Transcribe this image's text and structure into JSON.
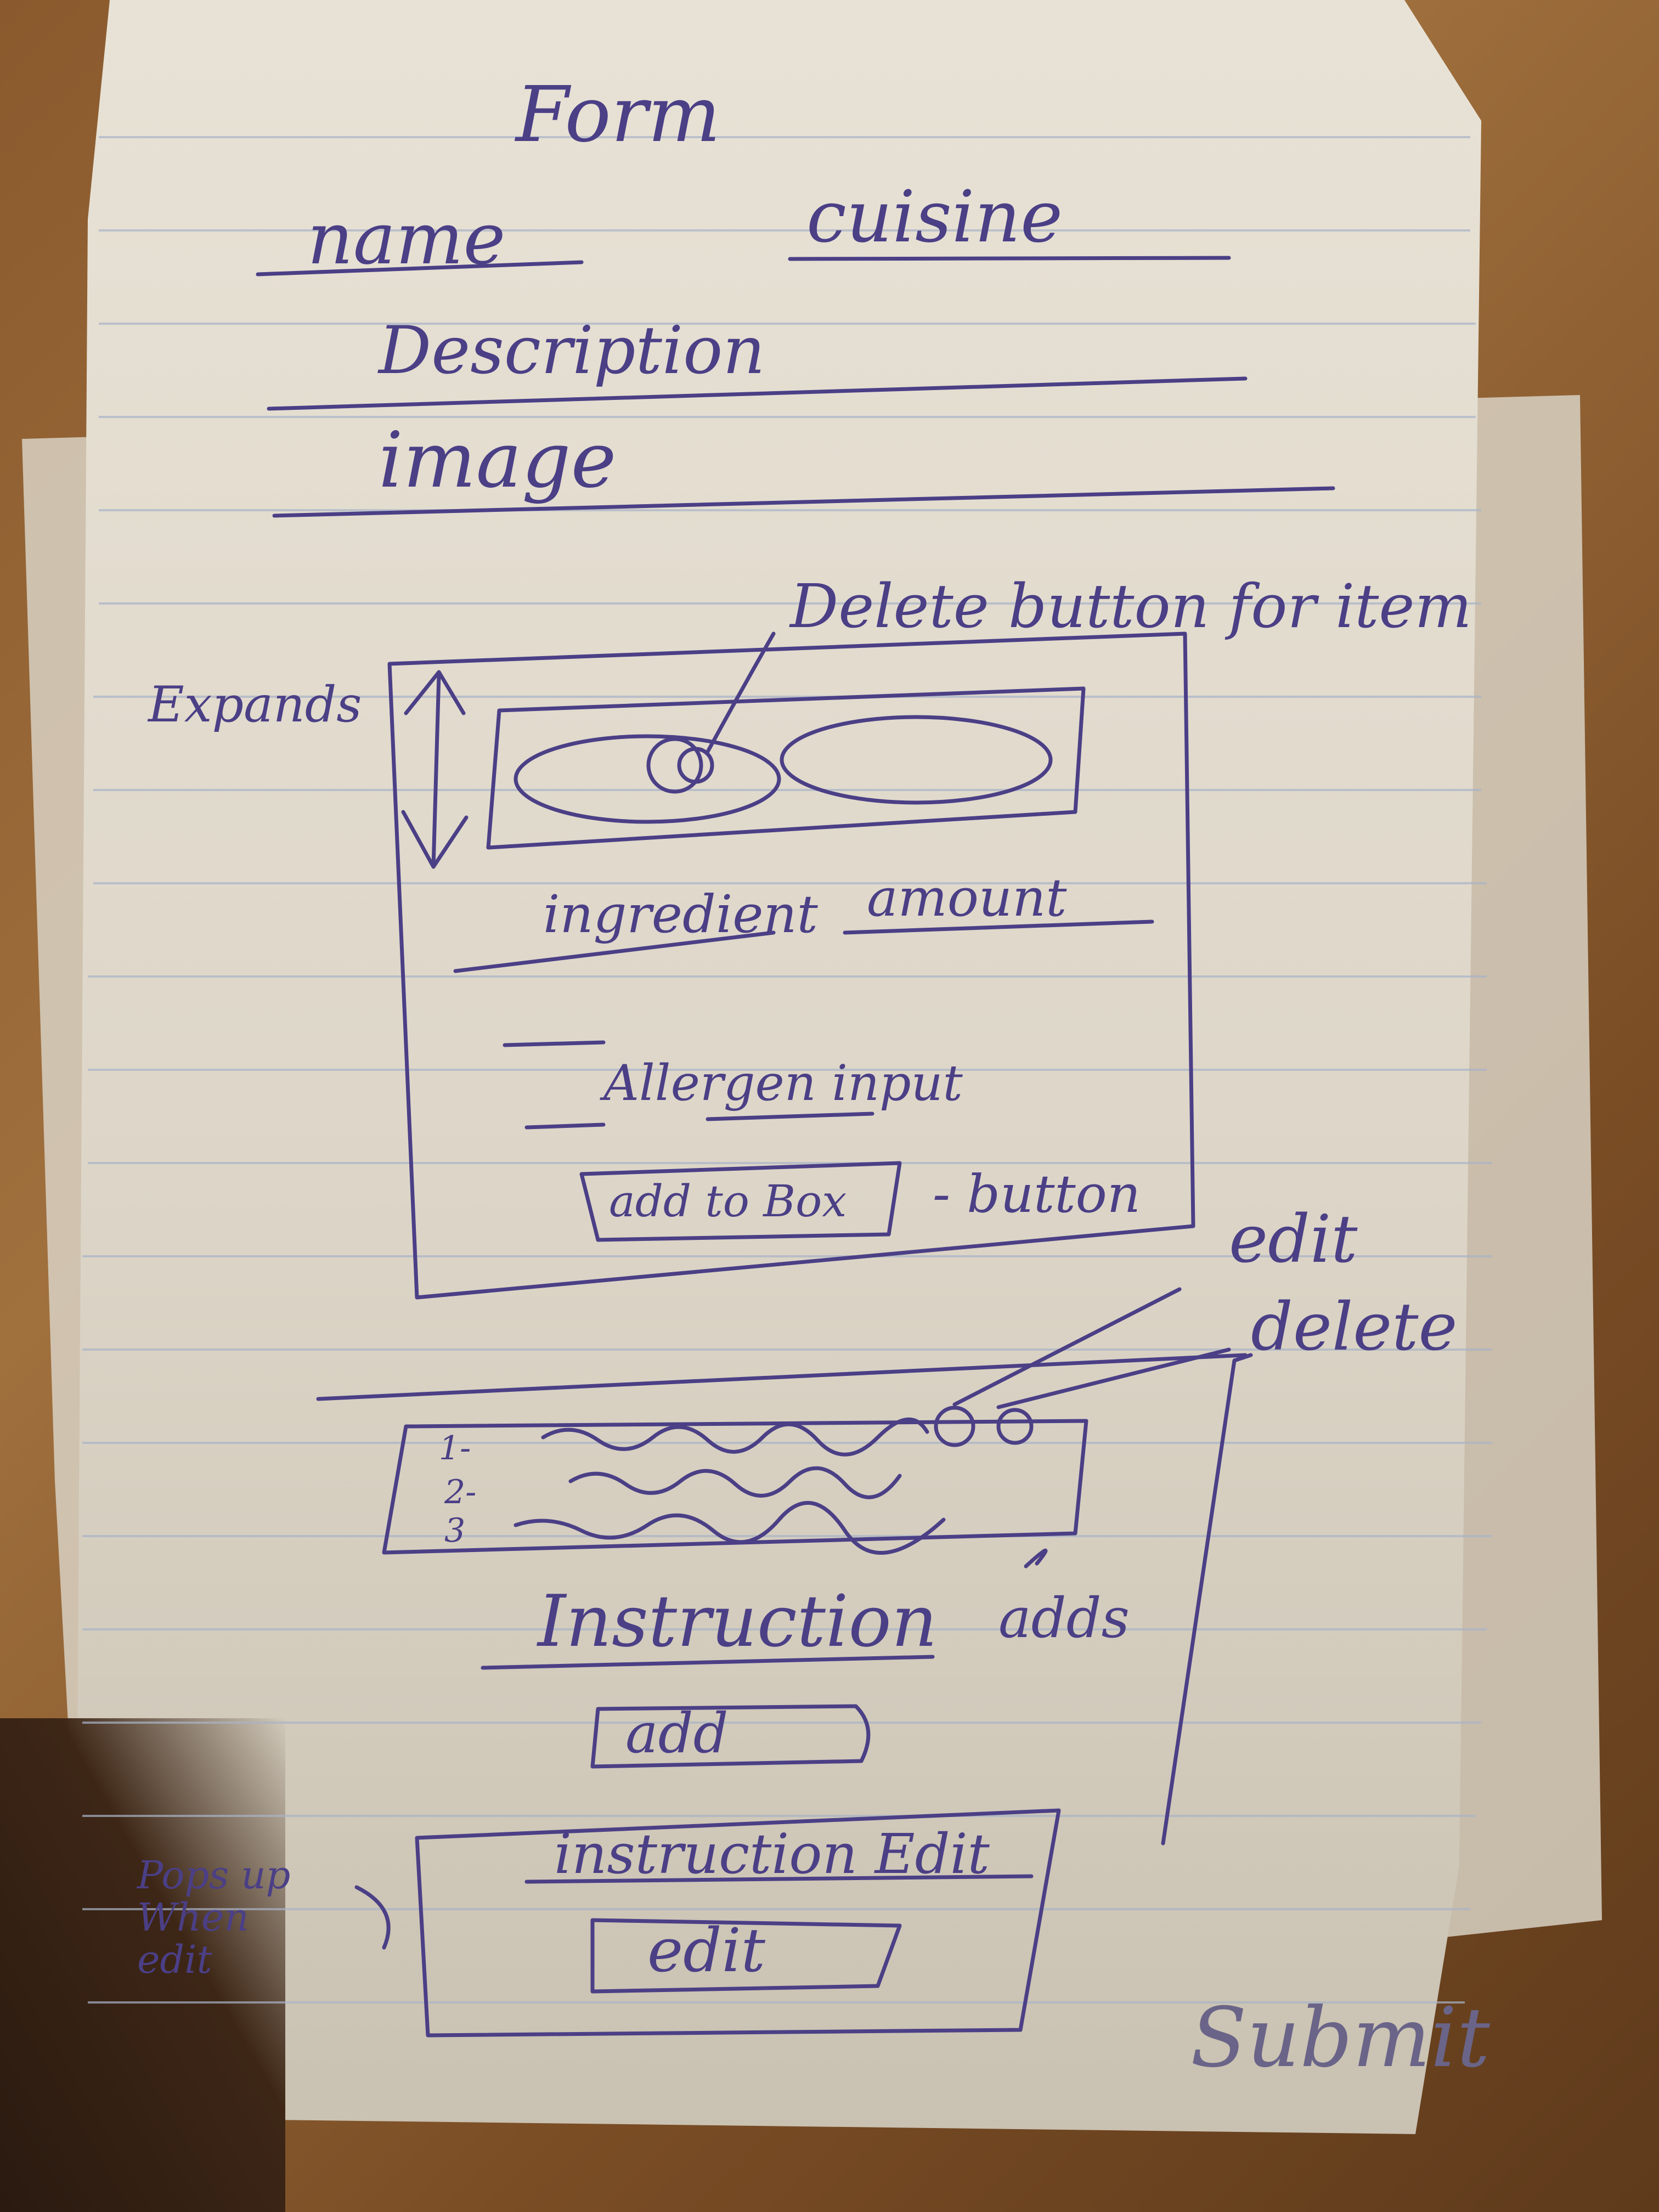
{
  "sketch": {
    "title": "Form",
    "fields": {
      "name": "name",
      "cuisine": "cuisine",
      "description": "Description",
      "image": "image"
    },
    "ingredient_box": {
      "expand_note": "Expands",
      "delete_note": "Delete button for item",
      "ingredient_label": "ingredient",
      "amount_label": "amount",
      "allergen_label": "Allergen input",
      "add_button": "add to Box",
      "button_note": "- button"
    },
    "list_notes": {
      "edit": "edit",
      "delete": "delete",
      "row_numbers": [
        "1-",
        "2-",
        "3"
      ]
    },
    "instruction": {
      "label": "Instruction",
      "adds_note": "adds",
      "add_button": "add"
    },
    "edit_popup": {
      "popup_note": "Pops up When edit",
      "label": "instruction Edit",
      "edit_button": "edit"
    },
    "submit": "Submit"
  },
  "colors": {
    "ink": "#4b3f86",
    "paper": "#e2dccf",
    "rule": "#a9b4c8",
    "desk": "#8a5a2e"
  }
}
